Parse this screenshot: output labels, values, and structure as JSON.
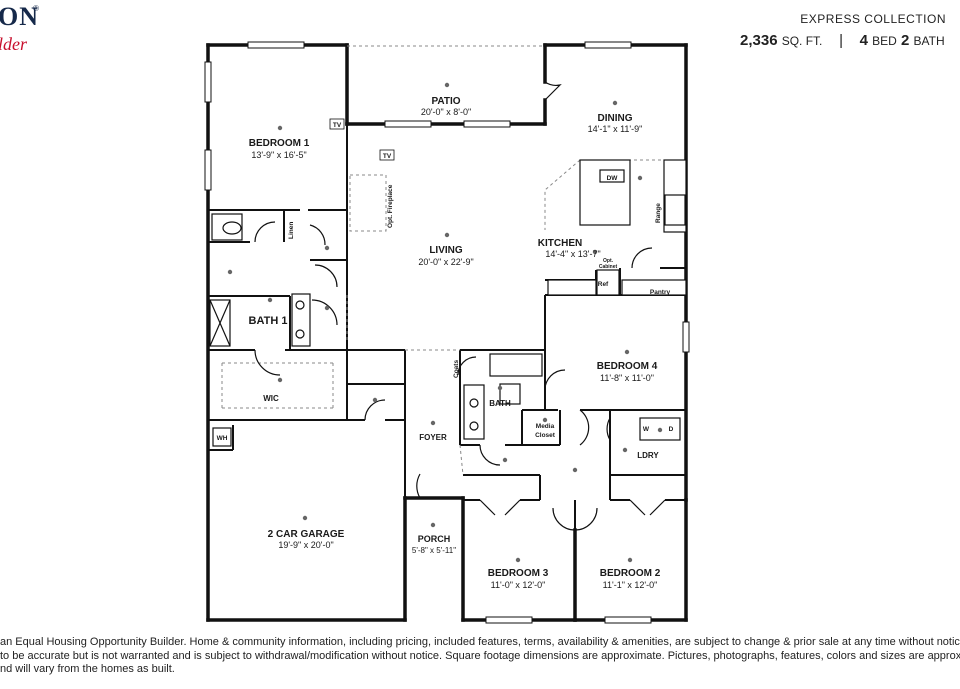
{
  "brand": {
    "logo_text": "ON",
    "logo_sub": "lder",
    "accent_color": "#c8102e",
    "navy_color": "#16294a"
  },
  "header": {
    "collection": "EXPRESS COLLECTION",
    "sqft": "2,336",
    "sqft_unit": "SQ. FT.",
    "separator": "|",
    "beds": "4",
    "beds_unit": "BED",
    "baths": "2",
    "baths_unit": "BATH"
  },
  "rooms": {
    "bedroom1": {
      "name": "BEDROOM 1",
      "dim": "13'-9\" x 16'-5\""
    },
    "patio": {
      "name": "PATIO",
      "dim": "20'-0\" x 8'-0\""
    },
    "dining": {
      "name": "DINING",
      "dim": "14'-1\" x 11'-9\""
    },
    "living": {
      "name": "LIVING",
      "dim": "20'-0\" x 22'-9\""
    },
    "kitchen": {
      "name": "KITCHEN",
      "dim": "14'-4\" x 13'-7\""
    },
    "bath1": {
      "name": "BATH 1"
    },
    "wic": {
      "name": "WIC"
    },
    "bedroom4": {
      "name": "BEDROOM 4",
      "dim": "11'-8\" x 11'-0\""
    },
    "bath": {
      "name": "BATH"
    },
    "foyer": {
      "name": "FOYER"
    },
    "garage": {
      "name": "2 CAR GARAGE",
      "dim": "19'-9\" x 20'-0\""
    },
    "porch": {
      "name": "PORCH",
      "dim": "5'-8\" x 5'-11\""
    },
    "bedroom3": {
      "name": "BEDROOM 3",
      "dim": "11'-0\" x 12'-0\""
    },
    "bedroom2": {
      "name": "BEDROOM 2",
      "dim": "11'-1\" x 12'-0\""
    },
    "laundry": {
      "name": "LDRY"
    }
  },
  "labels": {
    "tv1": "TV",
    "tv2": "TV",
    "fireplace": "Opt. Fireplace",
    "linen": "Linen",
    "dw": "DW",
    "range": "Range",
    "opt_cabinet_1": "Opt.",
    "opt_cabinet_2": "Cabinet",
    "ref": "Ref",
    "pantry": "Pantry",
    "coats": "Coats",
    "media_closet_1": "Media",
    "media_closet_2": "Closet",
    "wh": "WH",
    "washer": "W",
    "dryer": "D"
  },
  "disclaimer": {
    "line1": "an Equal Housing Opportunity Builder. Home & community information, including pricing, included features, terms, availability & amenities, are subject to change & prior sale at any time without notice or ob",
    "line2": "to be accurate but is not warranted and is subject to withdrawal/modification without notice. Square footage dimensions are approximate. Pictures, photographs, features, colors and sizes are approximat",
    "line3": "nd will vary from the homes as built."
  }
}
